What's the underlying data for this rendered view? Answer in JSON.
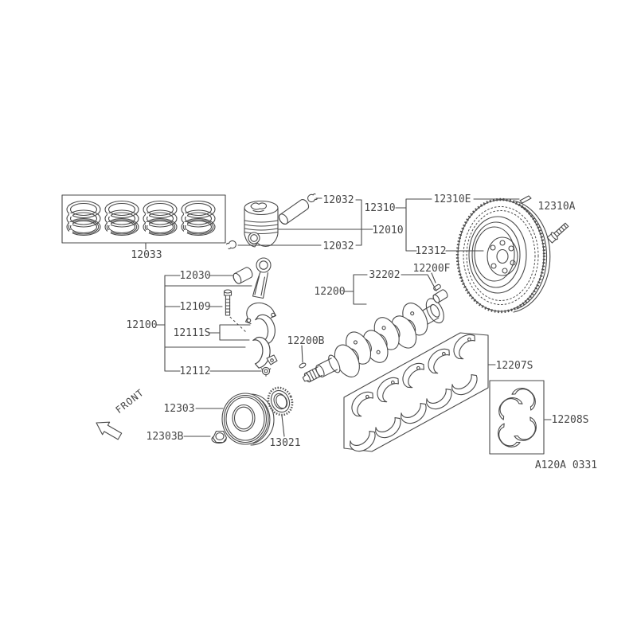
{
  "colors": {
    "background": "#ffffff",
    "line": "#4a4a4a",
    "text": "#474747"
  },
  "labels": {
    "l12033": "12033",
    "l12032a": "12032",
    "l12032b": "12032",
    "l12010": "12010",
    "l12310": "12310",
    "l12310e": "12310E",
    "l12310a": "12310A",
    "l12312": "12312",
    "l12200f": "12200F",
    "l32202": "32202",
    "l12200": "12200",
    "l12200b": "12200B",
    "l12030": "12030",
    "l12109": "12109",
    "l12111s": "12111S",
    "l12112": "12112",
    "l12100": "12100",
    "l12207s": "12207S",
    "l12208s": "12208S",
    "l12303": "12303",
    "l12303b": "12303B",
    "l13021": "13021",
    "front": "FRONT",
    "code": "A120A 0331"
  }
}
